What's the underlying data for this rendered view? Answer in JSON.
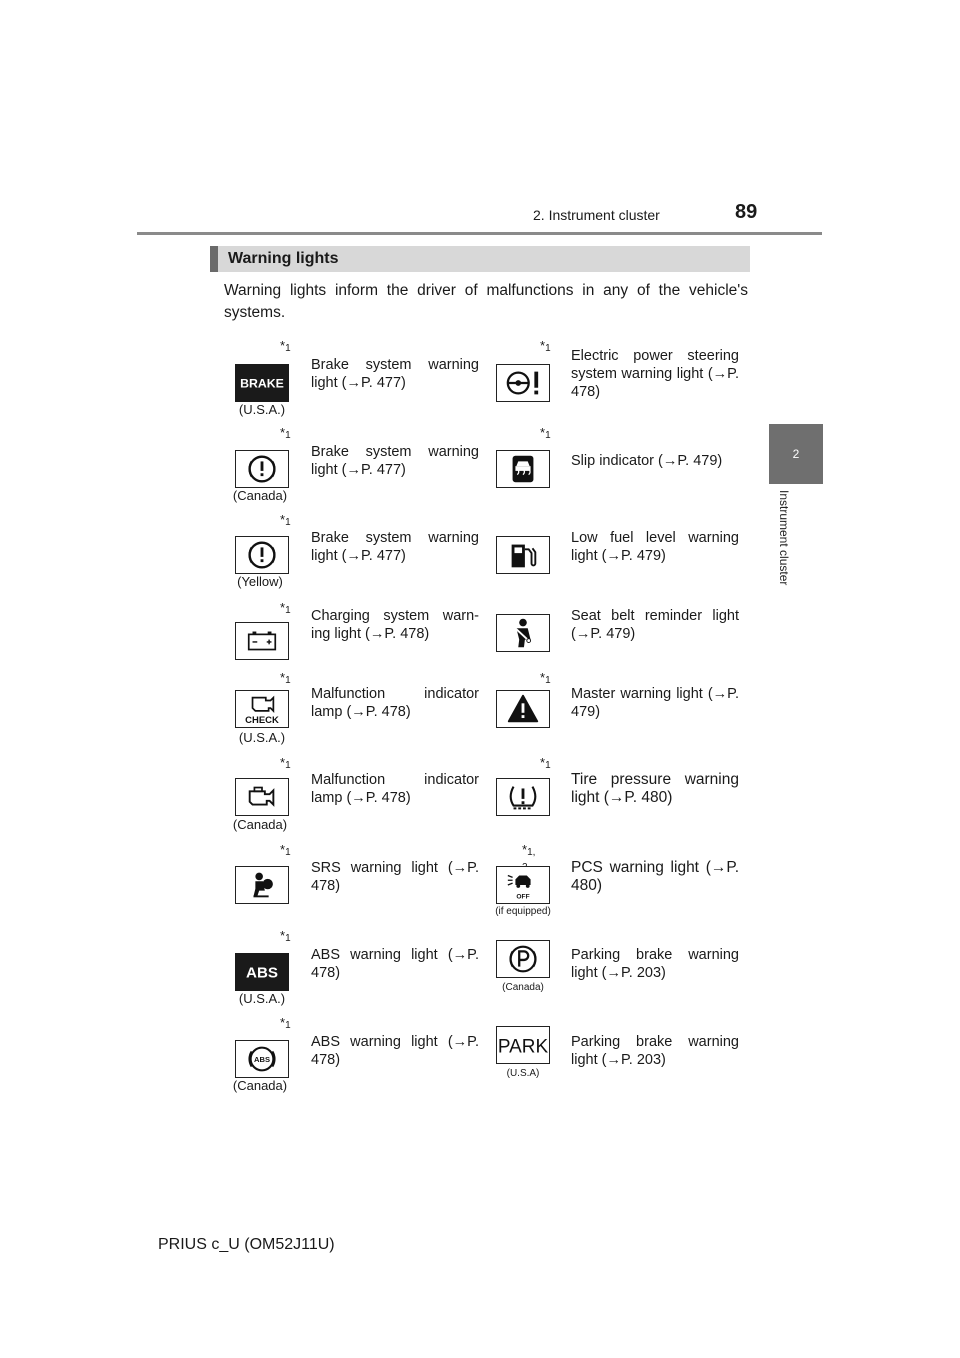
{
  "header": {
    "section": "2. Instrument cluster",
    "page_number": "89"
  },
  "side_tab": {
    "number": "2",
    "label": "Instrument cluster"
  },
  "section": {
    "title": "Warning lights",
    "intro": "Warning lights inform the driver of malfunctions in any of the vehicle's systems."
  },
  "left": [
    {
      "star": "*",
      "note": "1",
      "icon": "brake-text-icon",
      "sub": "(U.S.A.)",
      "desc": "Brake system warning light (→P. 477)"
    },
    {
      "star": "*",
      "note": "1",
      "icon": "brake-circle-exclamation-icon",
      "sub": "(Canada)",
      "desc": "Brake system warning light (→P. 477)"
    },
    {
      "star": "*",
      "note": "1",
      "icon": "brake-circle-exclamation-yellow-icon",
      "sub": "(Yellow)",
      "desc": "Brake system warning light (→P. 477)"
    },
    {
      "star": "*",
      "note": "1",
      "icon": "battery-icon",
      "sub": "",
      "desc": "Charging system warn-ing light (→P. 478)"
    },
    {
      "star": "*",
      "note": "1",
      "icon": "engine-check-icon",
      "sub": "(U.S.A.)",
      "desc": "Malfunction indicator lamp (→P. 478)"
    },
    {
      "star": "*",
      "note": "1",
      "icon": "engine-icon",
      "sub": "(Canada)",
      "desc": "Malfunction indicator lamp (→P. 478)"
    },
    {
      "star": "*",
      "note": "1",
      "icon": "srs-airbag-icon",
      "sub": "",
      "desc": "SRS warning light (→P. 478)"
    },
    {
      "star": "*",
      "note": "1",
      "icon": "abs-text-icon",
      "sub": "(U.S.A.)",
      "desc": "ABS warning light (→P. 478)"
    },
    {
      "star": "*",
      "note": "1",
      "icon": "abs-circle-icon",
      "sub": "(Canada)",
      "desc": "ABS warning light (→P. 478)"
    }
  ],
  "right": [
    {
      "star": "*",
      "note": "1",
      "icon": "steering-warning-icon",
      "sub": "",
      "desc": "Electric power steering system warning light (→P. 478)"
    },
    {
      "star": "*",
      "note": "1",
      "icon": "slip-indicator-icon",
      "sub": "",
      "desc": "Slip indicator (→P. 479)"
    },
    {
      "star": "",
      "note": "",
      "icon": "fuel-pump-icon",
      "sub": "",
      "desc": "Low fuel level warning light (→P. 479)"
    },
    {
      "star": "",
      "note": "",
      "icon": "seat-belt-icon",
      "sub": "",
      "desc": "Seat belt reminder light (→P. 479)"
    },
    {
      "star": "*",
      "note": "1",
      "icon": "master-warning-icon",
      "sub": "",
      "desc": "Master warning light (→P. 479)"
    },
    {
      "star": "*",
      "note": "1",
      "icon": "tire-pressure-icon",
      "sub": "",
      "desc": "Tire pressure warning light (→P. 480)"
    },
    {
      "star": "*",
      "note": "1, 2",
      "icon": "pcs-off-icon",
      "sub": "(if equipped)",
      "desc": "PCS warning light (→P. 480)"
    },
    {
      "star": "",
      "note": "",
      "icon": "parking-brake-p-icon",
      "sub": "(Canada)",
      "desc": "Parking brake warning light (→P. 203)"
    },
    {
      "star": "",
      "note": "",
      "icon": "park-text-icon",
      "sub": "(U.S.A)",
      "desc": "Parking brake warning light (→P. 203)"
    }
  ],
  "icon_text": {
    "brake": "BRAKE",
    "check": "CHECK",
    "abs": "ABS",
    "park": "PARK",
    "off": "OFF"
  },
  "footer": {
    "model": "PRIUS c_U (OM52J11U)"
  }
}
